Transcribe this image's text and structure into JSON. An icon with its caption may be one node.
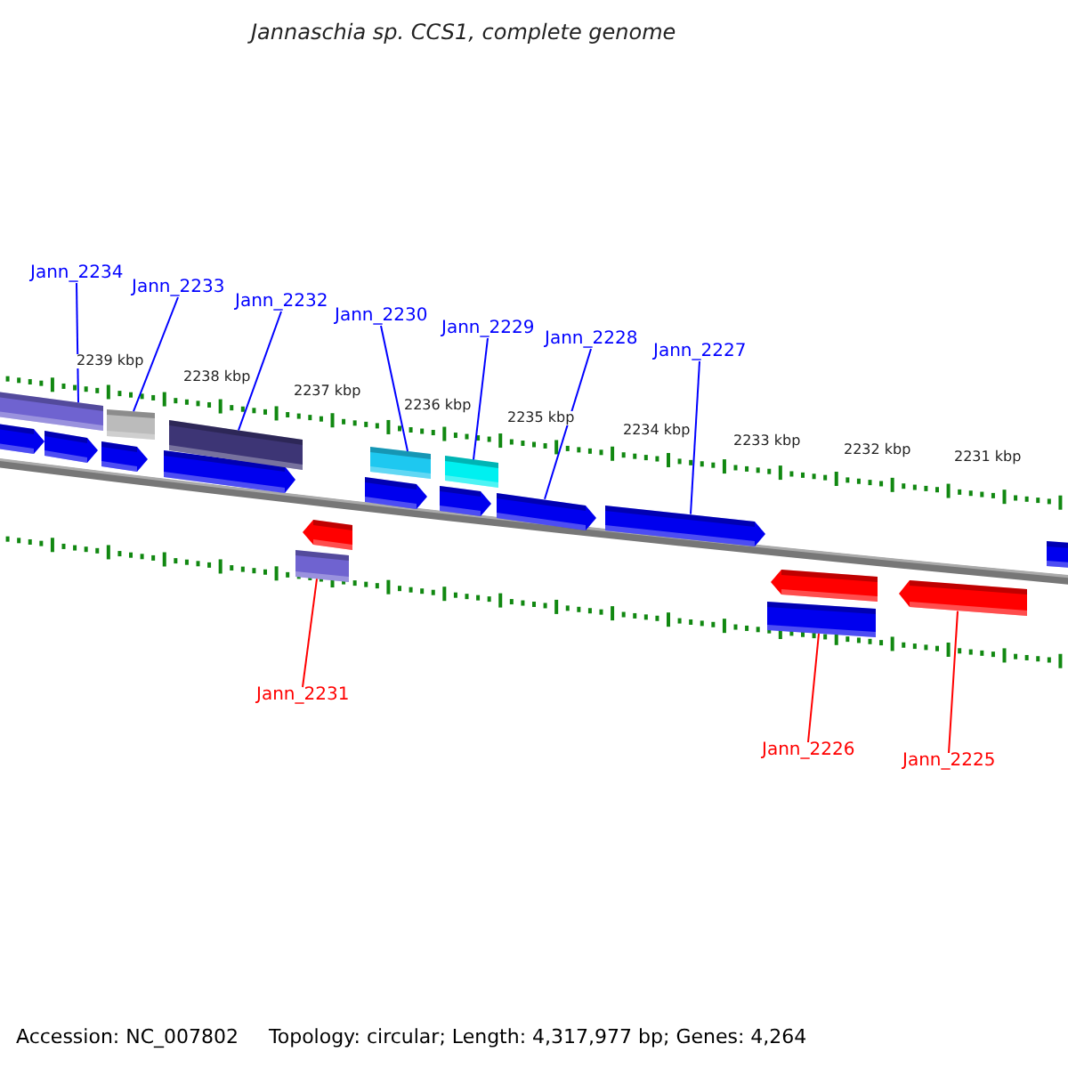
{
  "diagram": {
    "title": "Jannaschia sp. CCS1, complete genome",
    "nodes": [
      {
        "text": [
          "Jann_2234"
        ]
      },
      {
        "text": [
          "Jann_2233"
        ]
      },
      {
        "text": [
          "Jann_2232"
        ]
      },
      {
        "text": [
          "Jann_2230"
        ]
      },
      {
        "text": [
          "Jann_2229"
        ]
      },
      {
        "text": [
          "Jann_2228"
        ]
      },
      {
        "text": [
          "Jann_2227"
        ]
      },
      {
        "text": [
          "Jann_2231"
        ]
      },
      {
        "text": [
          "Jann_2226"
        ]
      },
      {
        "text": [
          "Jann_2225"
        ]
      },
      {
        "text": [],
        "shape": "bar"
      },
      {
        "text": [],
        "shape": "bar"
      },
      {
        "text": [],
        "shape": "bar"
      },
      {
        "text": [],
        "shape": "bar"
      },
      {
        "text": [],
        "shape": "bar"
      },
      {
        "text": [],
        "shape": "bar"
      },
      {
        "text": [],
        "shape": "bar"
      },
      {
        "text": [],
        "shape": "bar"
      },
      {
        "text": [],
        "shape": "bar"
      },
      {
        "text": [],
        "shape": "bar"
      }
    ],
    "edges": [
      {
        "from": 0,
        "to": 10,
        "arrow": "none"
      },
      {
        "from": 1,
        "to": 11,
        "arrow": "none"
      },
      {
        "from": 2,
        "to": 12,
        "arrow": "none"
      },
      {
        "from": 3,
        "to": 14,
        "arrow": "none"
      },
      {
        "from": 4,
        "to": 15,
        "arrow": "none"
      },
      {
        "from": 5,
        "to": 16,
        "arrow": "none"
      },
      {
        "from": 6,
        "to": 17,
        "arrow": "none"
      },
      {
        "from": 7,
        "to": 13,
        "arrow": "none",
        "color": "#ff0000"
      },
      {
        "from": 8,
        "to": 18,
        "arrow": "none",
        "color": "#ff0000"
      },
      {
        "from": 9,
        "to": 19,
        "arrow": "none",
        "color": "#ff0000"
      }
    ],
    "labels": [
      "2239 kbp",
      "2238 kbp",
      "2237 kbp",
      "2236 kbp",
      "2235 kbp",
      "2234 kbp",
      "2233 kbp",
      "2232 kbp",
      "2231 kbp",
      "Accession: NC_007802",
      "Topology: circular; Length: 4,317,977 bp; Genes: 4,264"
    ]
  }
}
